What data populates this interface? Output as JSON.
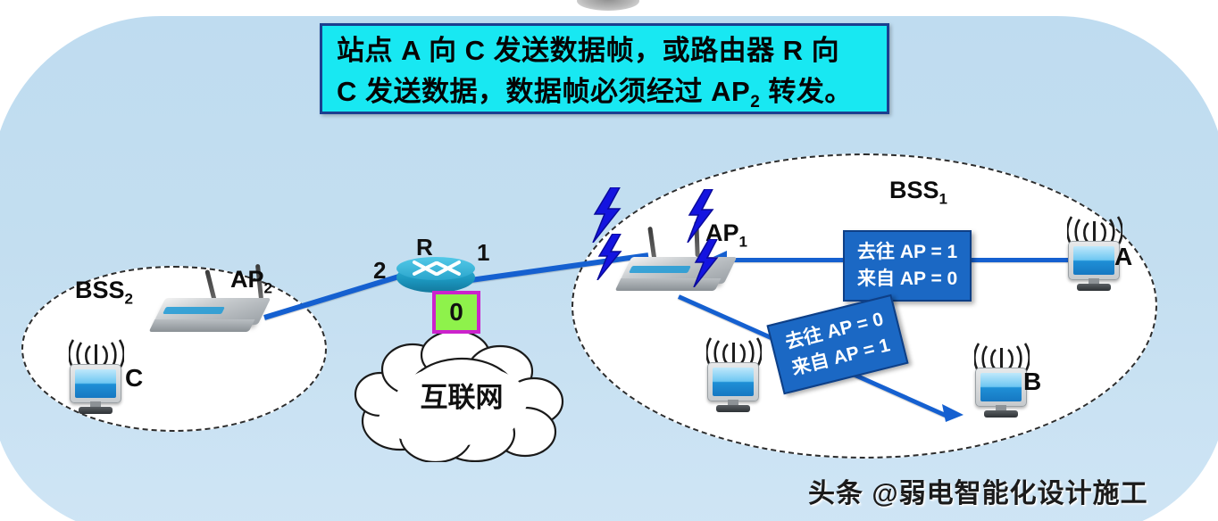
{
  "title_banner": {
    "line1": "站点 A 向 C 发送数据帧，或路由器 R 向",
    "line2_a": "C 发送数据，数据帧必须经过 AP",
    "line2_sub": "2",
    "line2_b": " 转发。"
  },
  "bss1": {
    "label_main": "BSS",
    "label_sub": "1",
    "ap": {
      "label_main": "AP",
      "label_sub": "1"
    },
    "stations": [
      {
        "name": "A"
      },
      {
        "name": "B"
      },
      {
        "name": ""
      }
    ],
    "frame_tags": [
      {
        "line1": "去往 AP = 1",
        "line2": "来自 AP = 0"
      },
      {
        "line1": "去往 AP = 0",
        "line2": "来自 AP = 1"
      }
    ]
  },
  "bss2": {
    "label_main": "BSS",
    "label_sub": "2",
    "ap": {
      "label_main": "AP",
      "label_sub": "2"
    },
    "stations": [
      {
        "name": "C"
      }
    ]
  },
  "router": {
    "name": "R",
    "port_left": "2",
    "port_right": "1",
    "port_box_value": "0"
  },
  "cloud": {
    "label": "互联网"
  },
  "watermark": {
    "text": "头条 @弱电智能化设计施工"
  },
  "colors": {
    "panel_blue": "#c3def0",
    "banner_cyan": "#18e8f2",
    "banner_border": "#1b3f8f",
    "link_blue": "#1560d0",
    "tag_blue": "#1b68c4",
    "port_green": "#8ef24b",
    "port_border": "#cc22cc"
  }
}
